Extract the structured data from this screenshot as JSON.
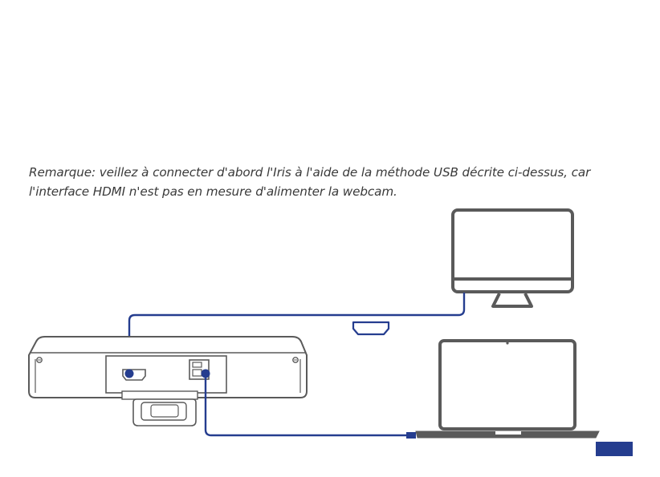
{
  "note": {
    "line1": "Remarque: veillez à connecter d'abord l'Iris à l'aide de la méthode USB décrite ci-dessus, car",
    "line2": "l'interface HDMI n'est pas en mesure d'alimenter la webcam."
  },
  "colors": {
    "cable": "#253d8f",
    "device_outline": "#5a5a5a",
    "text": "#3a3a3a",
    "page_tab": "#253d8f"
  },
  "icons": [
    "monitor-icon",
    "laptop-icon",
    "webcam-device",
    "hdmi-connector-icon",
    "usb-port-icon"
  ]
}
